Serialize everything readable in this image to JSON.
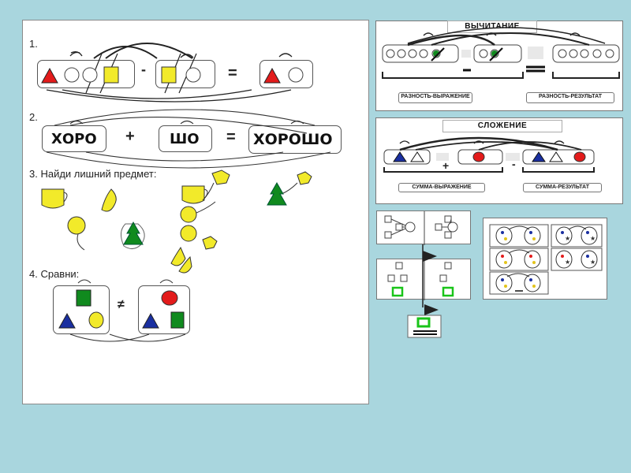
{
  "tasks": [
    {
      "label": "1.",
      "minus": "-",
      "equals": "="
    },
    {
      "label": "2.",
      "left_word": "ХОРО",
      "plus": "+",
      "mid_word": "ШО",
      "equals": "=",
      "result_word": "ХОРОШО"
    },
    {
      "label": "3. Найди лишний предмет:"
    },
    {
      "label": "4. Сравни:",
      "not_equal": "≠"
    }
  ],
  "subtraction": {
    "title": "ВЫЧИТАНИЕ",
    "label_expression": "РАЗНОСТЬ-ВЫРАЖЕНИЕ",
    "label_result": "РАЗНОСТЬ-РЕЗУЛЬТАТ"
  },
  "addition": {
    "title": "СЛОЖЕНИЕ",
    "plus": "+",
    "minus": "-",
    "label_expression": "СУММА-ВЫРАЖЕНИЕ",
    "label_result": "СУММА-РЕЗУЛЬТАТ"
  },
  "compare_panel": {
    "not_equal": "≠"
  },
  "colors": {
    "background": "#a9d6de",
    "red": "#e31b1b",
    "yellow": "#f2ea2a",
    "blue": "#1a2fa0",
    "green": "#108a1e"
  }
}
